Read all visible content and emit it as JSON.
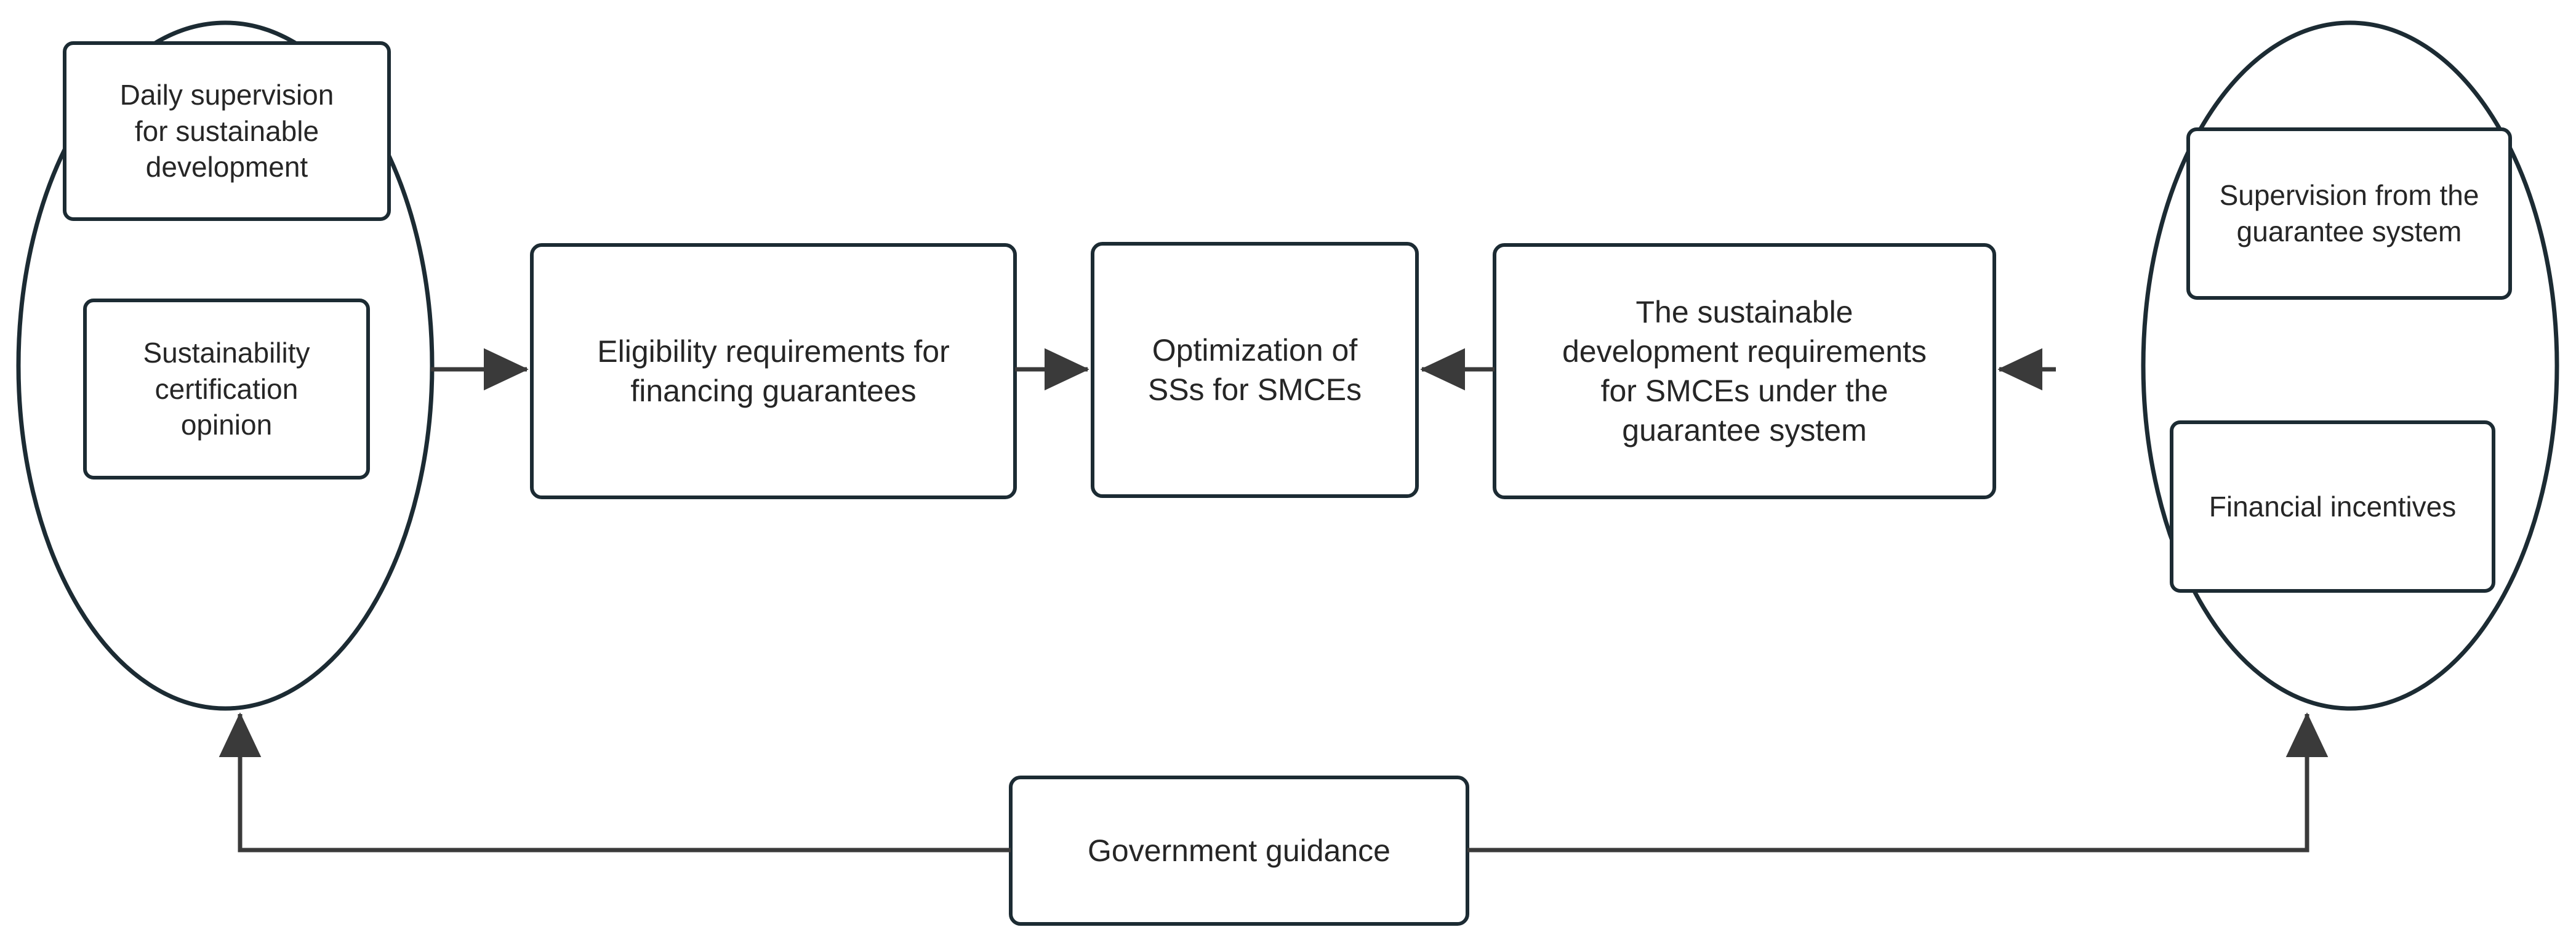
{
  "diagram": {
    "title": "Optimization of SSs for SMCEs framework",
    "background_color": "#ffffff",
    "stroke_color": "#1c2b33",
    "text_color": "#262626",
    "arrow_color": "#3a3a3a"
  },
  "groups": {
    "left": {
      "shape": "ellipse",
      "items": [
        {
          "label": "Daily supervision\nfor sustainable\ndevelopment"
        },
        {
          "label": "Sustainability\ncertification\nopinion"
        }
      ]
    },
    "right": {
      "shape": "ellipse",
      "items": [
        {
          "label": "Supervision from the\nguarantee system"
        },
        {
          "label": "Financial incentives"
        }
      ]
    }
  },
  "flow": {
    "nodes": [
      {
        "id": "eligibility",
        "label": "Eligibility requirements for\nfinancing guarantees"
      },
      {
        "id": "optimization",
        "label": "Optimization of\nSSs for SMCEs"
      },
      {
        "id": "requirements",
        "label": "The sustainable\ndevelopment requirements\nfor SMCEs under the\nguarantee system"
      }
    ]
  },
  "bottom": {
    "node": {
      "id": "government",
      "label": "Government guidance"
    }
  },
  "connectors": [
    {
      "from": "left-group",
      "to": "eligibility",
      "direction": "right"
    },
    {
      "from": "eligibility",
      "to": "optimization",
      "direction": "right"
    },
    {
      "from": "requirements",
      "to": "optimization",
      "direction": "left"
    },
    {
      "from": "right-group",
      "to": "requirements",
      "direction": "left"
    },
    {
      "from": "government",
      "to": "left-group",
      "direction": "up"
    },
    {
      "from": "government",
      "to": "right-group",
      "direction": "up"
    }
  ]
}
